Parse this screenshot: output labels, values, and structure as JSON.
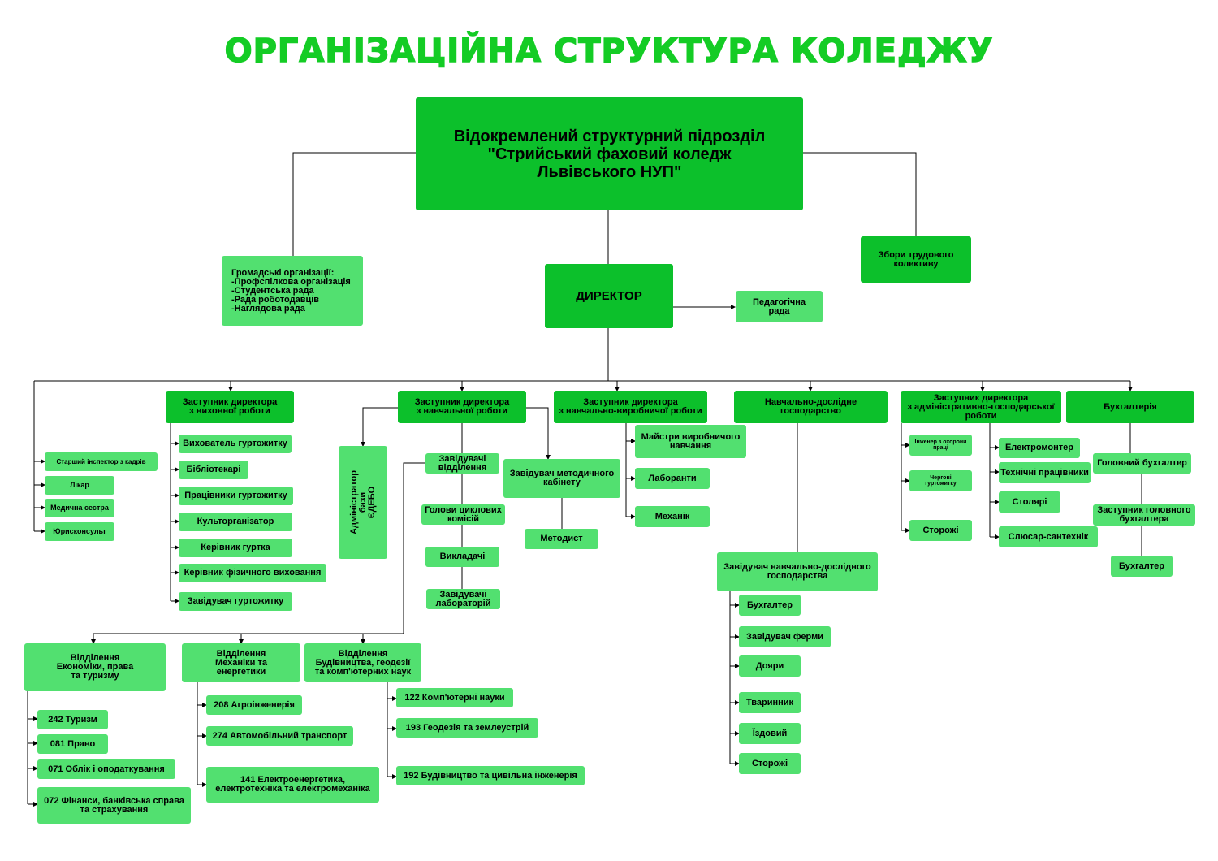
{
  "title": "ОРГАНІЗАЦІЙНА СТРУКТУРА КОЛЕДЖУ",
  "colors": {
    "dark_green": "#0cc02b",
    "light_green": "#52e070",
    "title_green": "#14cc25",
    "line": "#000000"
  },
  "nodes": {
    "top": "Відокремлений структурний підрозділ\n\"Стрийський фаховий коледж\nЛьвівського НУП\"",
    "director": "ДИРЕКТОР",
    "public_orgs": "Громадські організації:\n-Профспілкова організація\n-Студентська рада\n-Рада роботодавців\n-Наглядова рада",
    "labor_assembly": "Збори трудового\nколективу",
    "ped_council": "Педагогічна\nрада",
    "dep_edu_work": "Заступник директора\nз виховної роботи",
    "dep_teaching": "Заступник директора\nз навчальної роботи",
    "dep_production": "Заступник директора\nз навчально-виробничої роботи",
    "training_farm": "Навчально-дослідне\nгосподарство",
    "dep_admin": "Заступник директора\nз адміністративно-господарської\nроботи",
    "accounting": "Бухгалтерія",
    "senior_inspector": "Старший інспектор з кадрів",
    "doctor": "Лікар",
    "nurse": "Медична сестра",
    "lawyer": "Юрисконсульт",
    "edu_items": [
      "Вихователь гуртожитку",
      "Бібліотекарі",
      "Працівники гуртожитку",
      "Культорганізатор",
      "Керівник гуртка",
      "Керівник фізичного виховання",
      "Завідувач гуртожитку"
    ],
    "edebo_admin": "Адміністратор бази\nЄДЕБО",
    "heads_departments": "Завідувачі\nвідділення",
    "heads_commissions": "Голови циклових\nкомісій",
    "lecturers": "Викладачі",
    "heads_labs": "Завідувачі\nлабораторій",
    "method_head": "Завідувач методичного\nкабінету",
    "methodist": "Методист",
    "prod_items": [
      "Майстри виробничого\nнавчання",
      "Лаборанти",
      "Механік"
    ],
    "farm_head": "Завідувач навчально-дослідного\nгосподарства",
    "farm_items": [
      "Бухгалтер",
      "Завідувач ферми",
      "Дояри",
      "Тваринник",
      "Їздовий",
      "Сторожі"
    ],
    "admin_left": [
      "Інженер з охорони\nпраці",
      "Чергові\nгуртожитку",
      "Сторожі"
    ],
    "admin_right": [
      "Електромонтер",
      "Технічні працівники",
      "Столярі",
      "Слюсар-сантехнік"
    ],
    "acc_items": [
      "Головний бухгалтер",
      "Заступник головного\nбухгалтера",
      "Бухгалтер"
    ],
    "div_econ": "Відділення\nЕкономіки, права\nта туризму",
    "div_mech": "Відділення\nМеханіки та\nенергетики",
    "div_build": "Відділення\nБудівництва, геодезії\nта комп'ютерних наук",
    "econ_items": [
      "242 Туризм",
      "081 Право",
      "071 Облік і оподаткування",
      "072 Фінанси, банківська справа\nта страхування"
    ],
    "mech_items": [
      "208 Агроінженерія",
      "274 Автомобільний транспорт",
      "141 Електроенергетика,\nелектротехніка та електромеханіка"
    ],
    "build_items": [
      "122 Комп'ютерні науки",
      "193 Геодезія та землеустрій",
      "192 Будівництво та цивільна інженерія"
    ]
  }
}
